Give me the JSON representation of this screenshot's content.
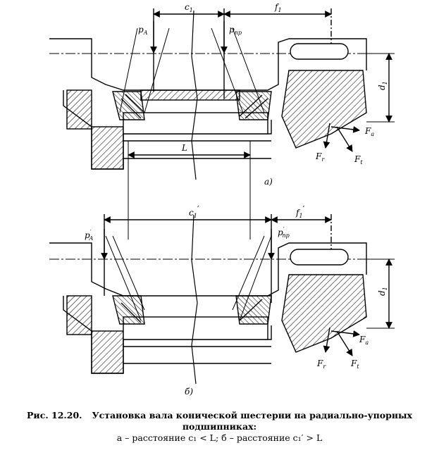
{
  "labels_top": {
    "c1": "c",
    "c1_sub": "1",
    "f1": "f",
    "f1_sub": "1",
    "pA": "p",
    "pA_sub": "A",
    "ppr": "p",
    "ppr_sub": "пр",
    "d1": "d",
    "d1_sub": "1",
    "Fa": "F",
    "Fa_sub": "a",
    "Fr": "F",
    "Fr_sub": "r",
    "Ft": "F",
    "Ft_sub": "t",
    "L": "L",
    "panel": "а)"
  },
  "labels_bottom": {
    "c1": "c",
    "c1_sub": "1",
    "c1_prime": "′",
    "f1": "f",
    "f1_sub": "1",
    "f1_prime": "′",
    "pA": "p",
    "pA_sub": "A",
    "pA_prime": "′",
    "ppr": "p",
    "ppr_sub": "пр",
    "ppr_prime": "′",
    "d1": "d",
    "d1_sub": "1",
    "Fa": "F",
    "Fa_sub": "a",
    "Fr": "F",
    "Fr_sub": "r",
    "Ft": "F",
    "Ft_sub": "t",
    "panel": "б)"
  },
  "caption": {
    "fig_num": "Рис.   12.20.",
    "title": "Установка вала конической шестерни на радиально-упорных подшипниках:",
    "line2": "а – расстояние  c₁ < L;  б – расстояние  c₁′ > L"
  }
}
